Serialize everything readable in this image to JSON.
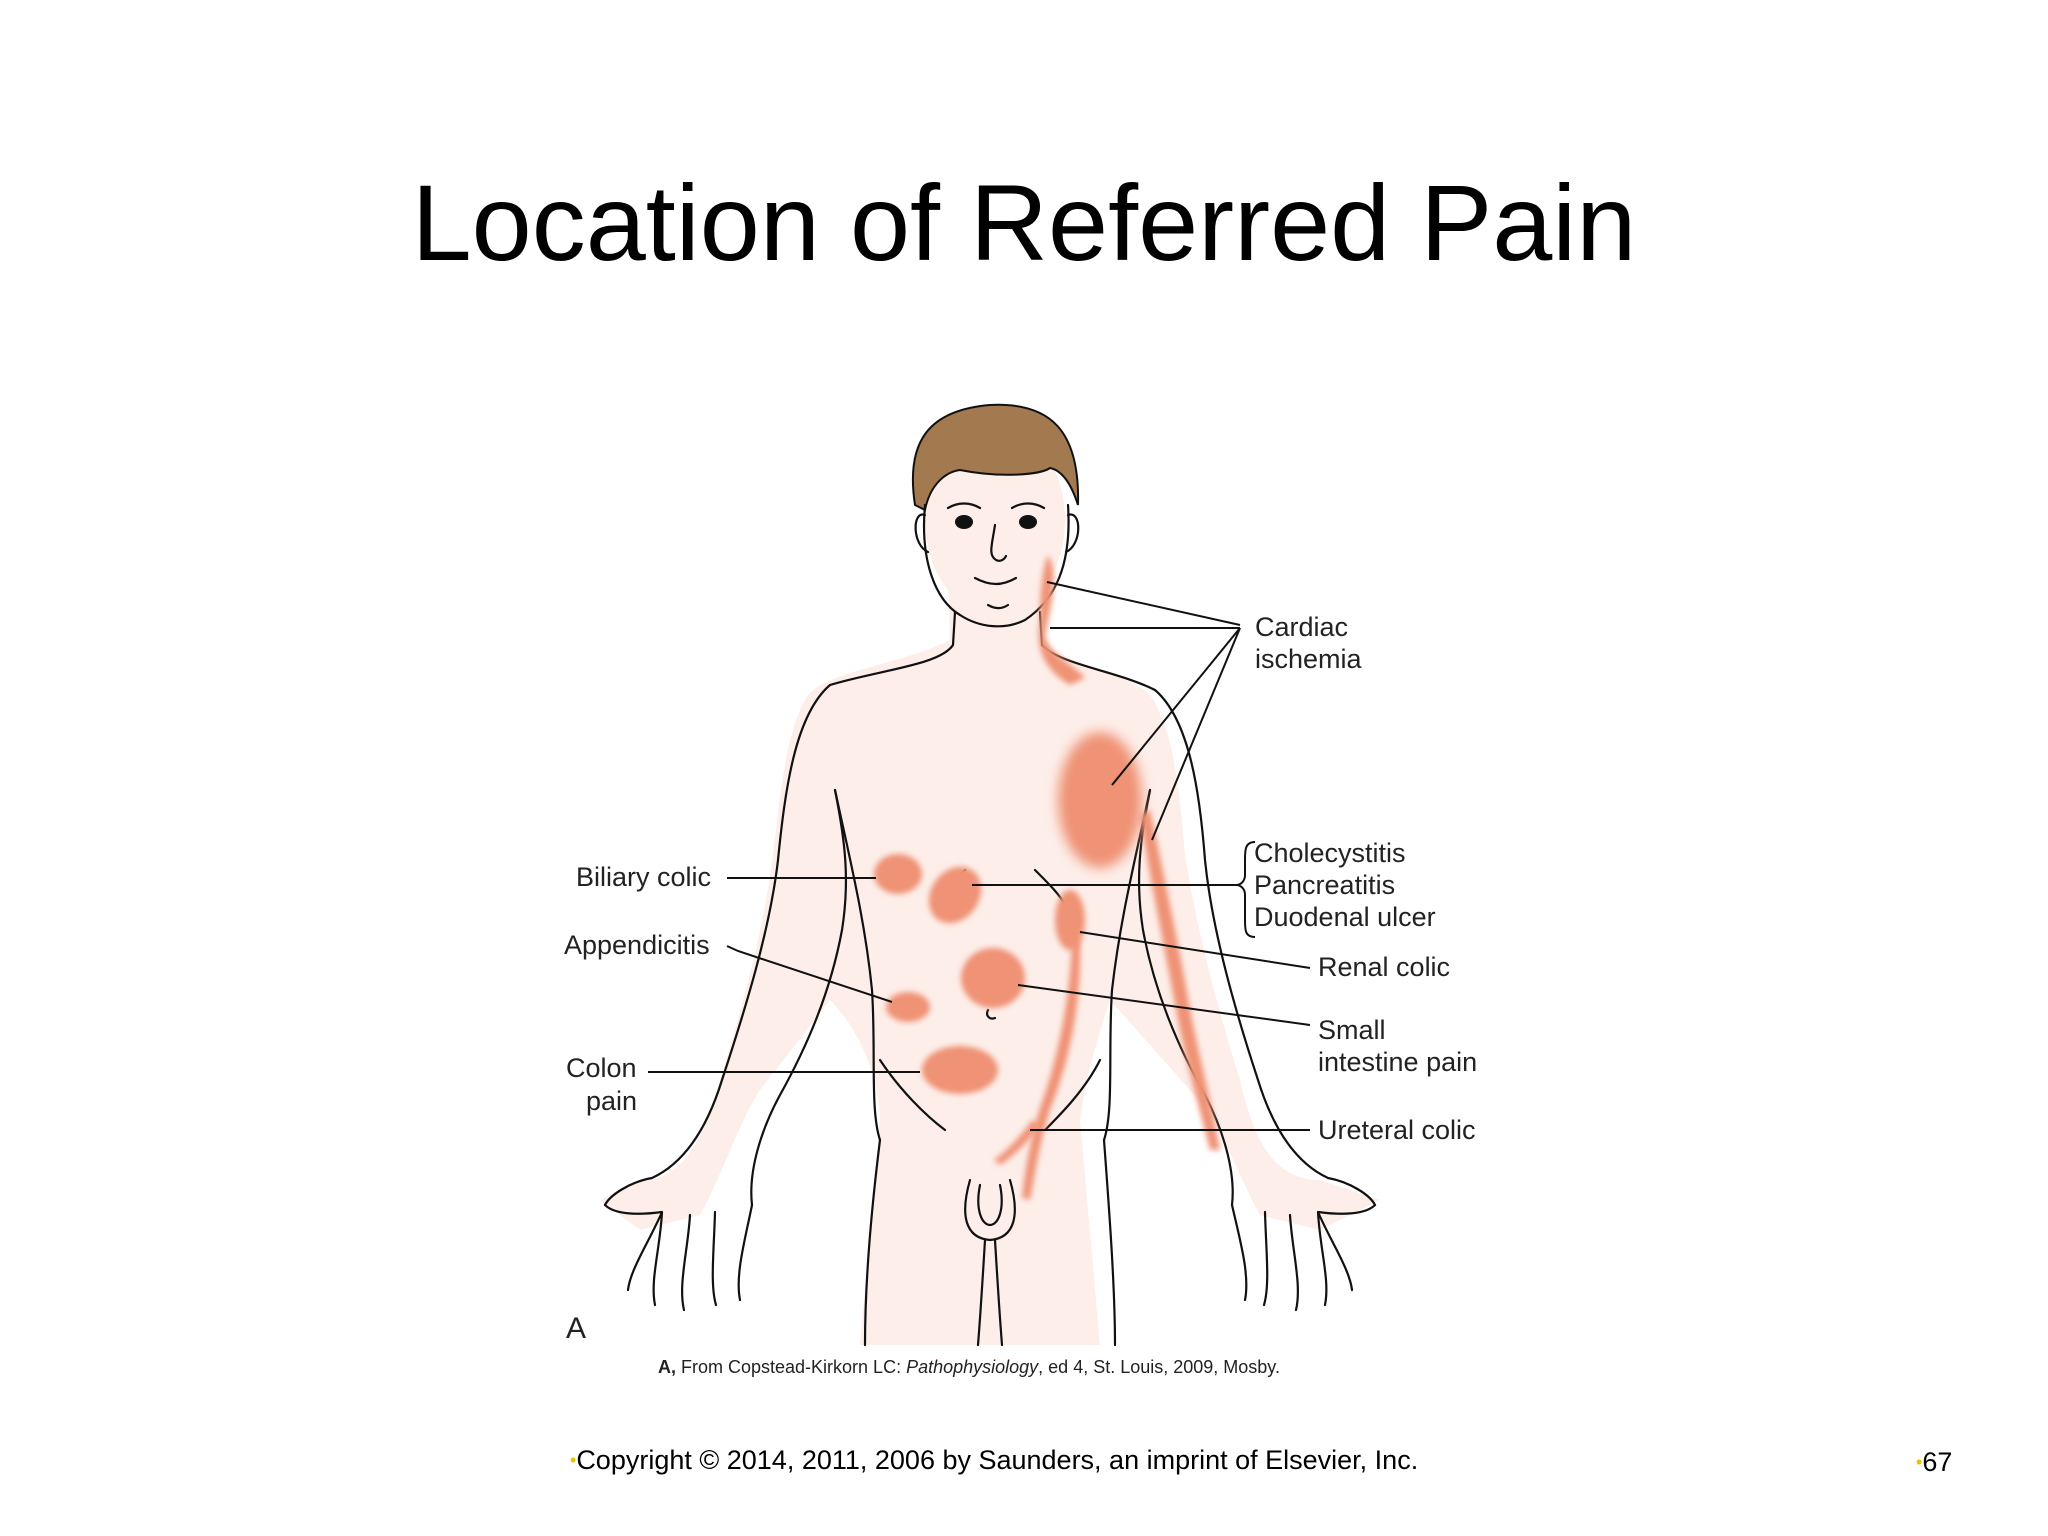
{
  "slide": {
    "title": "Location of Referred Pain",
    "footer": "Copyright © 2014, 2011, 2006 by Saunders, an imprint of Elsevier, Inc.",
    "page_number": "67",
    "bullet_glyph": "•",
    "bullet_color": "#e8c000"
  },
  "figure": {
    "panel_letter": "A",
    "source_prefix": "A,",
    "source_text": " From Copstead-Kirkorn LC: ",
    "source_book": "Pathophysiology",
    "source_suffix": ", ed 4, St. Louis, 2009, Mosby.",
    "pain_color": "#ef9274",
    "skin_color": "#fdeee9",
    "hair_color": "#a3794f",
    "labels": {
      "cardiac_line1": "Cardiac",
      "cardiac_line2": "ischemia",
      "cholecystitis": "Cholecystitis",
      "pancreatitis": "Pancreatitis",
      "duodenal_ulcer": "Duodenal ulcer",
      "renal_colic": "Renal colic",
      "small_intestine_line1": "Small",
      "small_intestine_line2": "intestine pain",
      "ureteral_colic": "Ureteral colic",
      "biliary_colic": "Biliary colic",
      "appendicitis": "Appendicitis",
      "colon_line1": "Colon",
      "colon_line2": "pain"
    }
  }
}
